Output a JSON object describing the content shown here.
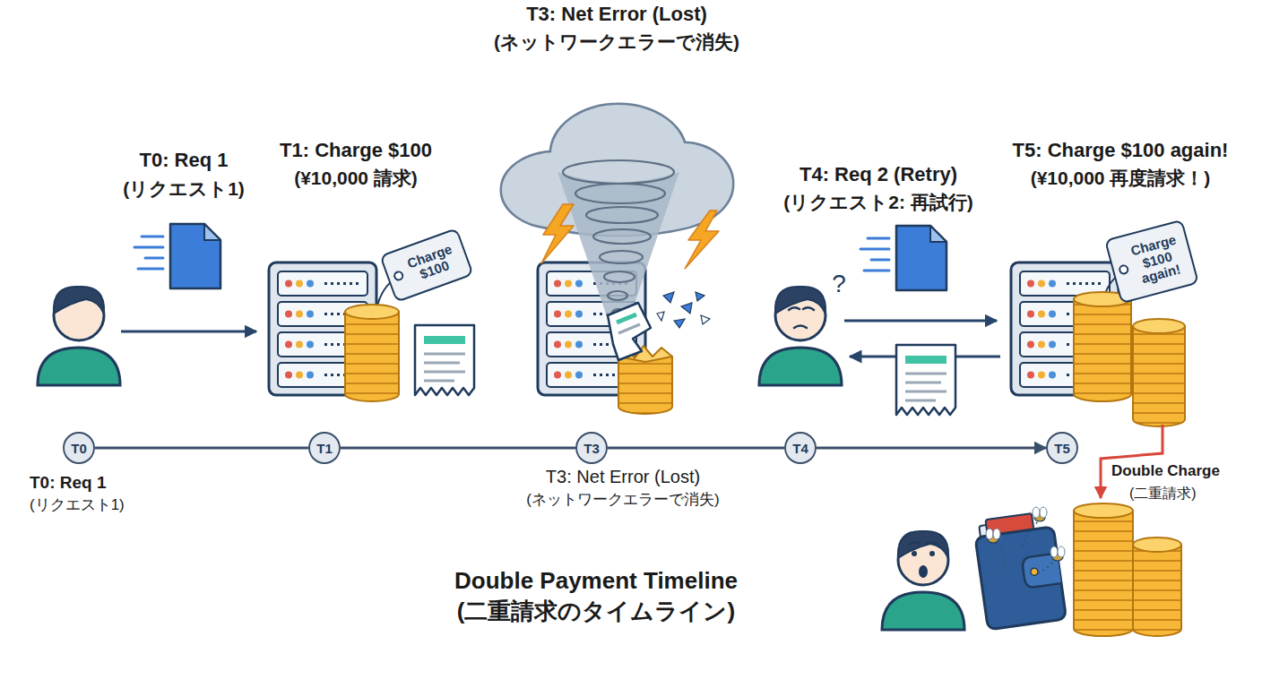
{
  "diagram": {
    "title": "Double Payment Timeline (二重請求のタイムライン)",
    "nodes": [
      {
        "text": [
          "Charge $100"
        ]
      },
      {
        "text": [
          "Charge $100 again!"
        ]
      },
      {
        "text": [
          "T0"
        ]
      },
      {
        "text": [
          "T1"
        ]
      },
      {
        "text": [
          "T3"
        ]
      },
      {
        "text": [
          "T4"
        ]
      },
      {
        "text": [
          "T5"
        ]
      }
    ],
    "edges": [
      {
        "from": 2,
        "to": 3,
        "arrow": "none"
      },
      {
        "from": 3,
        "to": 4,
        "arrow": "none"
      },
      {
        "from": 4,
        "to": 5,
        "arrow": "none"
      },
      {
        "from": 5,
        "to": 6,
        "arrow": "to"
      }
    ],
    "labels": [
      "T0: Req 1",
      "(リクエスト1)",
      "T1: Charge $100",
      "(¥10,000 請求)",
      "T3: Net Error (Lost)",
      "(ネットワークエラーで消失)",
      "?",
      "T4: Req 2 (Retry)",
      "(リクエスト2: 再試行)",
      "T5: Charge $100 again!",
      "(¥10,000 再度請求！)",
      "T0: Req 1",
      "(リクエスト1)",
      "T3: Net Error (Lost)",
      "(ネットワークエラーで消失)",
      "Double Charge",
      "(二重請求)"
    ]
  }
}
